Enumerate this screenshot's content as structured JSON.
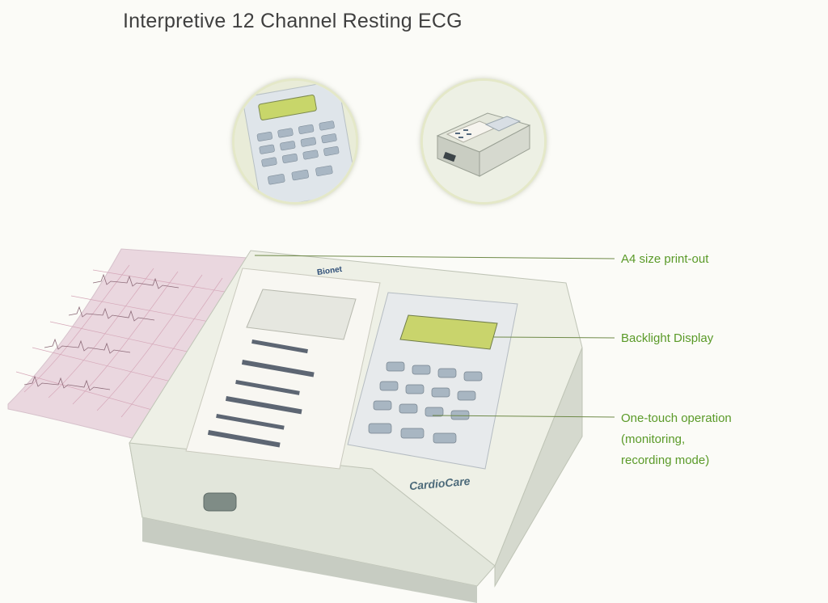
{
  "title": "Interpretive 12 Channel Resting ECG",
  "callouts": [
    {
      "text": "A4 size print-out"
    },
    {
      "text": "Backlight Display"
    },
    {
      "text": "One-touch operation"
    },
    {
      "text": "(monitoring,"
    },
    {
      "text": "recording mode)"
    }
  ],
  "device": {
    "brand": "CardioCare",
    "manual_brand": "Bionet"
  },
  "colors": {
    "callout_text": "#5a9a28",
    "title_text": "#3f3f3f",
    "leader_line": "#6f8a48"
  }
}
